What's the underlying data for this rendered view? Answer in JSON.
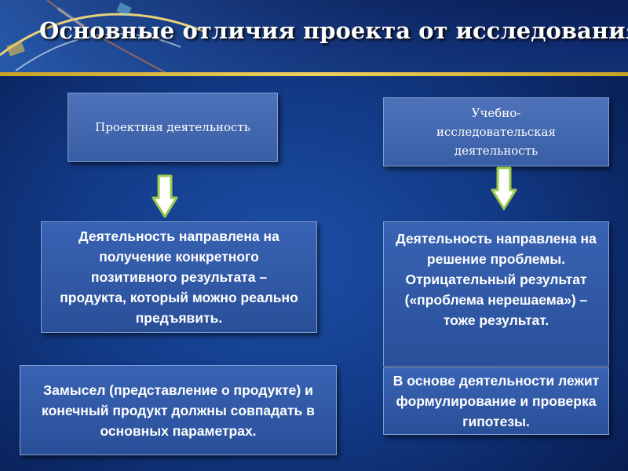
{
  "title": "Основные отличия проекта от исследования",
  "left": {
    "heading": "Проектная деятельность",
    "description": "Деятельность направлена на получение конкретного позитивного результата – продукта, который можно реально предъявить."
  },
  "right": {
    "heading": "Учебно-исследовательская деятельность",
    "description": "Деятельность направлена на решение проблемы. Отрицательный результат («проблема нерешаема») – тоже результат."
  },
  "bottom": {
    "left": "Замысел (представление о продукте) и конечный продукт должны совпадать в основных параметрах.",
    "right": "В основе деятельности лежит формулирование и проверка гипотезы."
  },
  "colors": {
    "background": "#123a86",
    "box_fill": "#3a5ea6",
    "arrow_fill": "#ffffff",
    "arrow_stroke": "#9bc94a",
    "header_line": "#e0c04a"
  }
}
